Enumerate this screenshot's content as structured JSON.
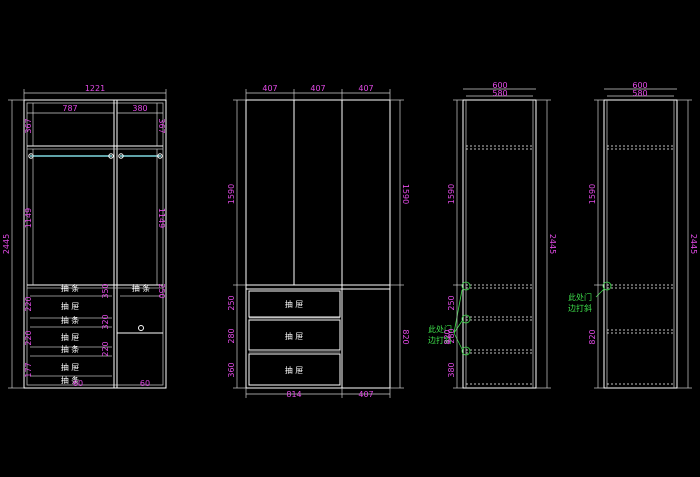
{
  "views": {
    "v1": {
      "overall_width": "1221",
      "left_width": "787",
      "right_width": "380",
      "total_height": "2445",
      "top_height_left": "367",
      "top_height_right": "367",
      "hang_left": "1149",
      "hang_right": "1149",
      "tray_labels": [
        "抽 条",
        "抽 条",
        "抽 条",
        "抽 条",
        "抽 条"
      ],
      "drawer_labels": [
        "抽 屉",
        "抽 屉",
        "抽 屉"
      ],
      "d220a": "220",
      "d220b": "220",
      "d177": "177",
      "d350": "350",
      "d320": "320",
      "d220c": "220",
      "d250": "250",
      "bottom60a": "60",
      "bottom60b": "60"
    },
    "v2": {
      "top_w1": "407",
      "top_w2": "407",
      "top_w3": "407",
      "h1590a": "1590",
      "h1590b": "1590",
      "h250": "250",
      "h280": "280",
      "h360": "360",
      "h820": "820",
      "drawer_labels": [
        "抽 屉",
        "抽 屉",
        "抽 屉"
      ],
      "bottom_w1": "814",
      "bottom_w2": "407"
    },
    "v3": {
      "w600": "600",
      "w580": "580",
      "h1590": "1590",
      "h2445": "2445",
      "h820": "820",
      "h250": "250",
      "h280": "280",
      "h380": "380",
      "note_line1": "此处门",
      "note_line2": "边打斜"
    },
    "v4": {
      "w600": "600",
      "w580": "580",
      "h1590": "1590",
      "h2445": "2445",
      "h820": "820",
      "note_line1": "此处门",
      "note_line2": "边打斜"
    }
  }
}
